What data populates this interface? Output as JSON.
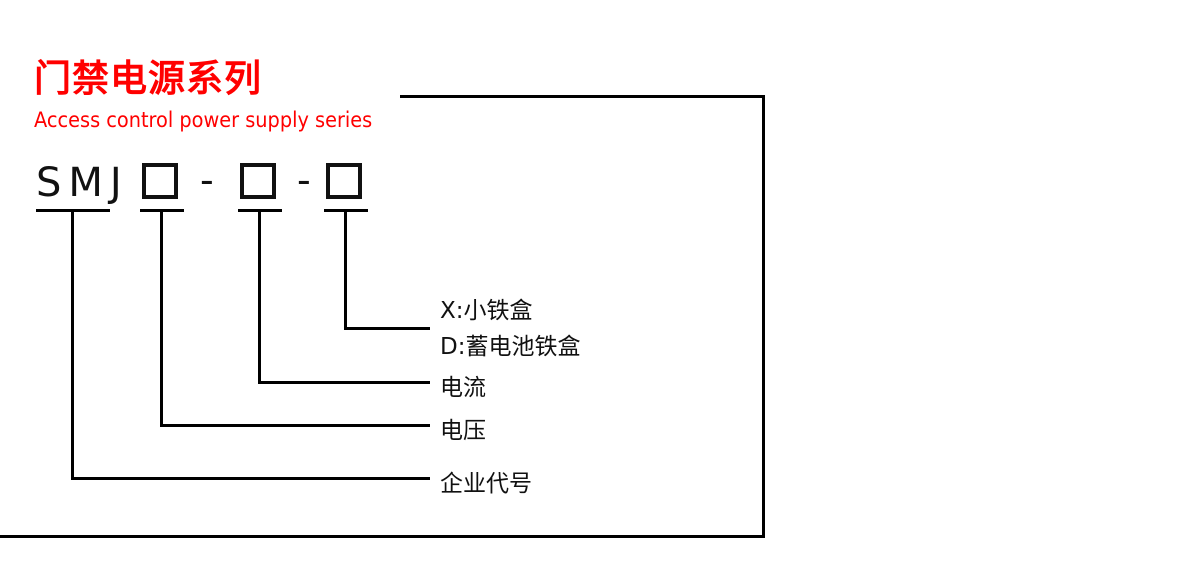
{
  "header": {
    "title": "门禁电源系列",
    "subtitle": "Access control power supply series"
  },
  "colors": {
    "accent": "#ff0000",
    "line": "#000000",
    "text": "#111111"
  },
  "model_code": {
    "prefix": "SMJ",
    "separator": "-",
    "box_count": 3
  },
  "callouts": {
    "box3_line1": "X:小铁盒",
    "box3_line2": "D:蓄电池铁盒",
    "box2": "电流",
    "box1": "电压",
    "prefix": "企业代号"
  }
}
